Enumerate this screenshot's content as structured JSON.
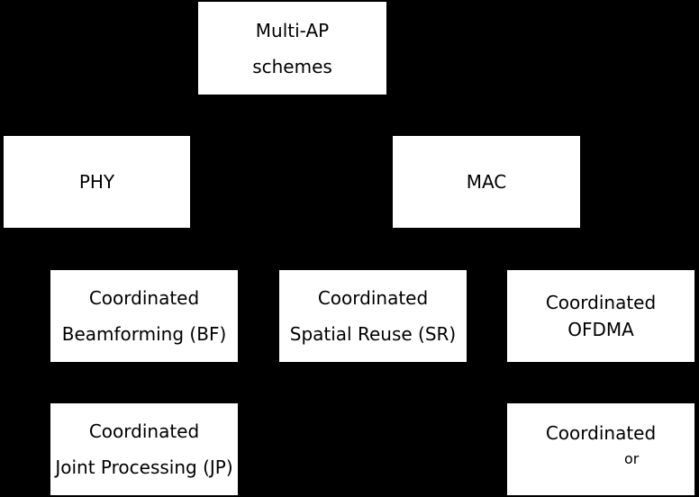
{
  "root": {
    "line1": "Multi-AP",
    "line2": "schemes"
  },
  "phy": {
    "label": "PHY"
  },
  "mac": {
    "label": "MAC"
  },
  "bf": {
    "line1": "Coordinated",
    "line2": "Beamforming (BF)"
  },
  "sr": {
    "line1": "Coordinated",
    "line2": "Spatial Reuse (SR)"
  },
  "ofdma": {
    "line1": "Coordinated",
    "line2": "OFDMA"
  },
  "jp": {
    "line1": "Coordinated",
    "line2": "Joint Processing (JP)"
  },
  "last": {
    "line1": "Coordinated",
    "fragment": "or"
  }
}
